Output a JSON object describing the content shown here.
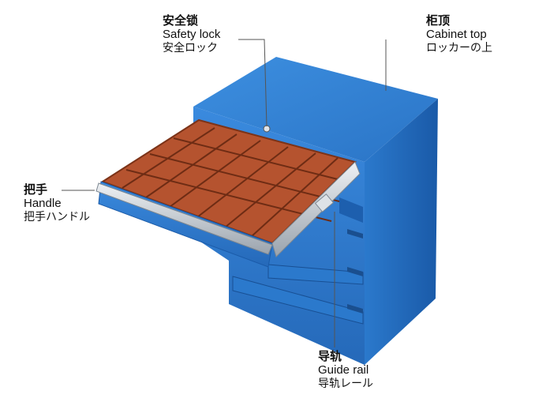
{
  "labels": {
    "safety_lock": {
      "zh": "安全锁",
      "en": "Safety lock",
      "ja": "安全ロック"
    },
    "cabinet_top": {
      "zh": "柜顶",
      "en": "Cabinet top",
      "ja": "ロッカーの上"
    },
    "handle": {
      "zh": "把手",
      "en": "Handle",
      "ja": "把手ハンドル"
    },
    "guide_rail": {
      "zh": "导轨",
      "en": "Guide rail",
      "ja": "导轨レール"
    }
  },
  "colors": {
    "cabinet_blue": "#2f7fd0",
    "cabinet_shade": "#1d5fae",
    "tray_red": "#b5532f",
    "rail_silver": "#c9ced4"
  }
}
